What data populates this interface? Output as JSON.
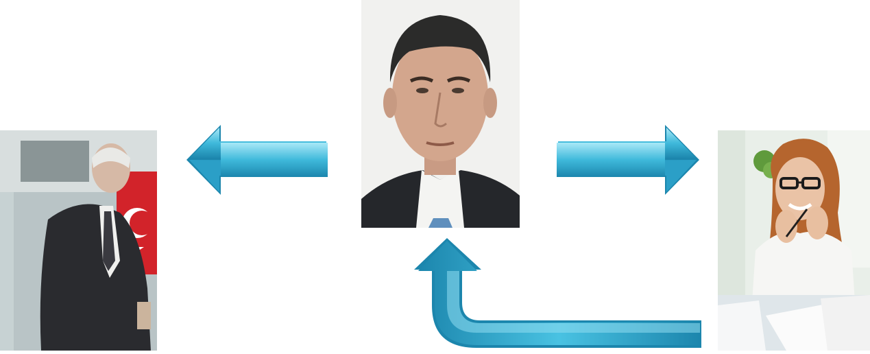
{
  "diagram": {
    "nodes": [
      {
        "id": "left_person",
        "icon": "older-man-photo"
      },
      {
        "id": "center_person",
        "icon": "man-portrait-photo"
      },
      {
        "id": "right_person",
        "icon": "woman-glasses-photo"
      }
    ],
    "edges": [
      {
        "from": "center_person",
        "to": "left_person",
        "icon": "arrow-left-icon"
      },
      {
        "from": "center_person",
        "to": "right_person",
        "icon": "arrow-right-icon"
      },
      {
        "from": "right_person",
        "to": "center_person",
        "icon": "arrow-return-icon"
      }
    ],
    "colors": {
      "arrow_light": "#9fe3f5",
      "arrow_mid": "#3bb5d8",
      "arrow_dark": "#1a86ad",
      "background": "#ffffff"
    }
  }
}
